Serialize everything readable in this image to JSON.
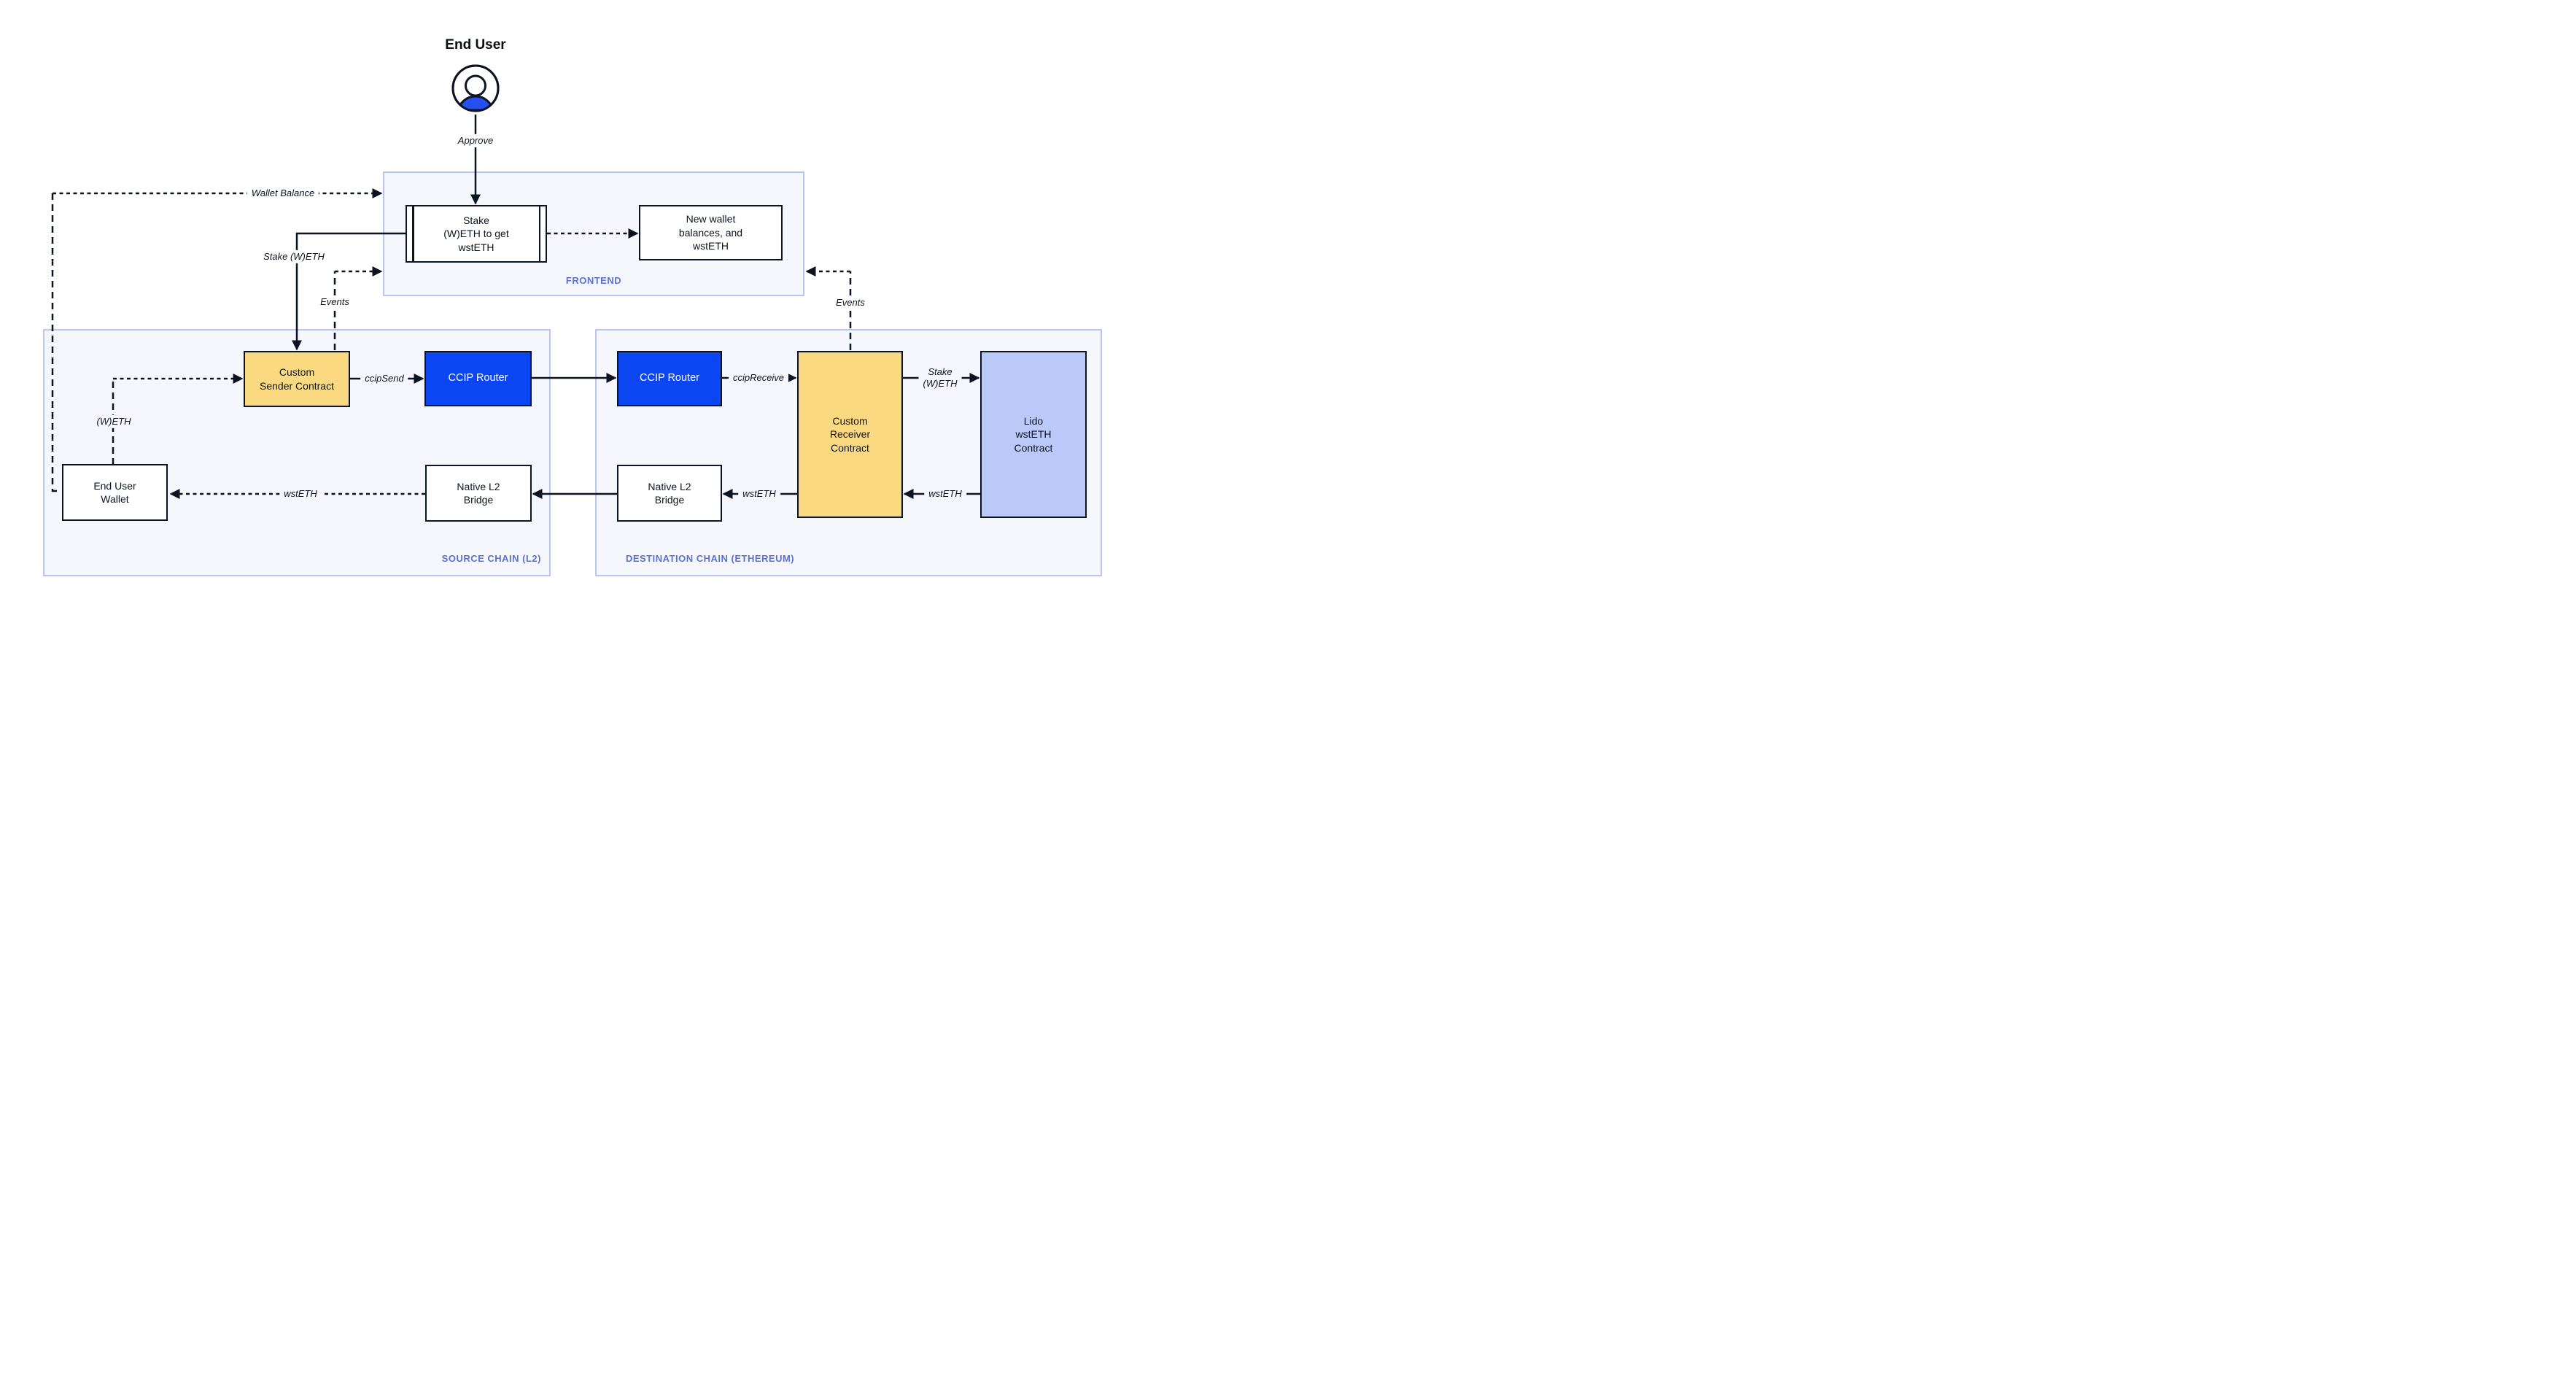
{
  "end_user": {
    "label": "End User",
    "approve_label": "Approve"
  },
  "frontend": {
    "label": "FRONTEND",
    "stake_box": "Stake\n(W)ETH to get\nwstETH",
    "new_wallet_box": "New wallet\nbalances, and\nwstETH"
  },
  "source_chain": {
    "label": "SOURCE CHAIN (L2)",
    "custom_sender": "Custom\nSender Contract",
    "ccip_router": "CCIP Router",
    "native_bridge": "Native L2\nBridge",
    "end_user_wallet": "End User\nWallet"
  },
  "destination_chain": {
    "label": "DESTINATION CHAIN (ETHEREUM)",
    "ccip_router": "CCIP Router",
    "custom_receiver": "Custom\nReceiver\nContract",
    "lido_contract": "Lido\nwstETH\nContract",
    "native_bridge": "Native L2\nBridge"
  },
  "edge_labels": {
    "wallet_balance": "Wallet Balance",
    "stake_weth": "Stake (W)ETH",
    "events_left": "Events",
    "events_right": "Events",
    "ccip_send": "ccipSend",
    "ccip_receive": "ccipReceive",
    "stake_weth_right": "Stake\n(W)ETH",
    "wsteth_from_lido": "wstETH",
    "wsteth_to_bridge": "wstETH",
    "wsteth_to_wallet": "wstETH",
    "weth": "(W)ETH"
  },
  "colors": {
    "ink": "#0d1421",
    "accent_blue": "#0b46f2",
    "node_yellow": "#fbd981",
    "node_periwinkle": "#bac9f8",
    "group_fill": "#f5f7fd",
    "group_border": "#bac6f2",
    "group_label_blue": "#5b72d4",
    "person_blue": "#2550f0"
  }
}
